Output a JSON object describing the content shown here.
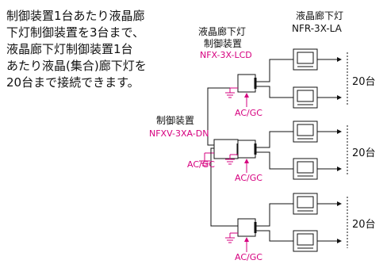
{
  "description": [
    "制御装置1台あたり液晶廊",
    "下灯制御装置を3台まで、",
    "液晶廊下灯制御装置1台",
    "あたり液晶(集合)廊下灯を",
    "20台まで接続できます。"
  ],
  "controller": {
    "label": "制御装置",
    "model": "NFXV-3XA-DN",
    "power": "AC/GC"
  },
  "lcd_controller": {
    "label_line1": "液晶廊下灯",
    "label_line2": "制御装置",
    "model": "NFX-3X-LCD"
  },
  "corridor_light": {
    "label": "液晶廊下灯",
    "model": "NFR-3X-LA"
  },
  "groups": [
    {
      "power": "AC/GC",
      "count_label": "20台"
    },
    {
      "power": "AC/GC",
      "count_label": "20台"
    },
    {
      "power": "AC/GC",
      "count_label": "20台"
    }
  ],
  "colors": {
    "accent": "#d6007f",
    "line": "#111111"
  }
}
